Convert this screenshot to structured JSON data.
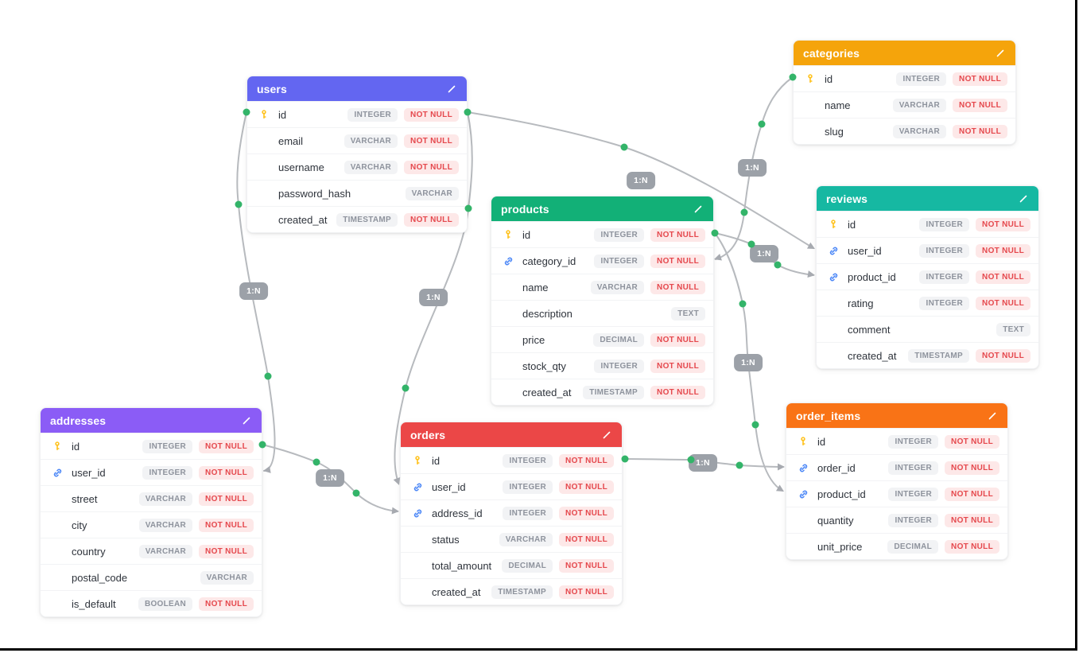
{
  "diagram": {
    "colors": {
      "canvas_bg": "#FFFFFF",
      "line": "#B7BABE",
      "connector_dot": "#33B469",
      "relationship_badge_bg": "#9CA1A8",
      "relationship_badge_text": "#FFFFFF",
      "type_badge_bg": "#F2F3F5",
      "type_badge_text": "#8E939D",
      "notnull_badge_bg": "#FDE8E8",
      "notnull_badge_text": "#E5484D",
      "field_text": "#2E333B"
    },
    "tables": [
      {
        "name": "users",
        "header_color": "#6366F1",
        "edit_icon": "pencil-icon",
        "rows": [
          {
            "name": "id",
            "type": "INTEGER",
            "constraint": "NOT NULL",
            "icon": "primary-key-icon"
          },
          {
            "name": "email",
            "type": "VARCHAR",
            "constraint": "NOT NULL",
            "icon": null
          },
          {
            "name": "username",
            "type": "VARCHAR",
            "constraint": "NOT NULL",
            "icon": null
          },
          {
            "name": "password_hash",
            "type": "VARCHAR",
            "constraint": null,
            "icon": null
          },
          {
            "name": "created_at",
            "type": "TIMESTAMP",
            "constraint": "NOT NULL",
            "icon": null
          }
        ]
      },
      {
        "name": "categories",
        "header_color": "#F5A40B",
        "edit_icon": "pencil-icon",
        "rows": [
          {
            "name": "id",
            "type": "INTEGER",
            "constraint": "NOT NULL",
            "icon": "primary-key-icon"
          },
          {
            "name": "name",
            "type": "VARCHAR",
            "constraint": "NOT NULL",
            "icon": null
          },
          {
            "name": "slug",
            "type": "VARCHAR",
            "constraint": "NOT NULL",
            "icon": null
          }
        ]
      },
      {
        "name": "reviews",
        "header_color": "#16B8A2",
        "edit_icon": "pencil-icon",
        "rows": [
          {
            "name": "id",
            "type": "INTEGER",
            "constraint": "NOT NULL",
            "icon": "primary-key-icon"
          },
          {
            "name": "user_id",
            "type": "INTEGER",
            "constraint": "NOT NULL",
            "icon": "foreign-key-icon"
          },
          {
            "name": "product_id",
            "type": "INTEGER",
            "constraint": "NOT NULL",
            "icon": "foreign-key-icon"
          },
          {
            "name": "rating",
            "type": "INTEGER",
            "constraint": "NOT NULL",
            "icon": null
          },
          {
            "name": "comment",
            "type": "TEXT",
            "constraint": null,
            "icon": null
          },
          {
            "name": "created_at",
            "type": "TIMESTAMP",
            "constraint": "NOT NULL",
            "icon": null
          }
        ]
      },
      {
        "name": "products",
        "header_color": "#12B077",
        "edit_icon": "pencil-icon",
        "rows": [
          {
            "name": "id",
            "type": "INTEGER",
            "constraint": "NOT NULL",
            "icon": "primary-key-icon"
          },
          {
            "name": "category_id",
            "type": "INTEGER",
            "constraint": "NOT NULL",
            "icon": "foreign-key-icon"
          },
          {
            "name": "name",
            "type": "VARCHAR",
            "constraint": "NOT NULL",
            "icon": null
          },
          {
            "name": "description",
            "type": "TEXT",
            "constraint": null,
            "icon": null
          },
          {
            "name": "price",
            "type": "DECIMAL",
            "constraint": "NOT NULL",
            "icon": null
          },
          {
            "name": "stock_qty",
            "type": "INTEGER",
            "constraint": "NOT NULL",
            "icon": null
          },
          {
            "name": "created_at",
            "type": "TIMESTAMP",
            "constraint": "NOT NULL",
            "icon": null
          }
        ]
      },
      {
        "name": "addresses",
        "header_color": "#8B5CF6",
        "edit_icon": "pencil-icon",
        "rows": [
          {
            "name": "id",
            "type": "INTEGER",
            "constraint": "NOT NULL",
            "icon": "primary-key-icon"
          },
          {
            "name": "user_id",
            "type": "INTEGER",
            "constraint": "NOT NULL",
            "icon": "foreign-key-icon"
          },
          {
            "name": "street",
            "type": "VARCHAR",
            "constraint": "NOT NULL",
            "icon": null
          },
          {
            "name": "city",
            "type": "VARCHAR",
            "constraint": "NOT NULL",
            "icon": null
          },
          {
            "name": "country",
            "type": "VARCHAR",
            "constraint": "NOT NULL",
            "icon": null
          },
          {
            "name": "postal_code",
            "type": "VARCHAR",
            "constraint": null,
            "icon": null
          },
          {
            "name": "is_default",
            "type": "BOOLEAN",
            "constraint": "NOT NULL",
            "icon": null
          }
        ]
      },
      {
        "name": "orders",
        "header_color": "#EB4747",
        "edit_icon": "pencil-icon",
        "rows": [
          {
            "name": "id",
            "type": "INTEGER",
            "constraint": "NOT NULL",
            "icon": "primary-key-icon"
          },
          {
            "name": "user_id",
            "type": "INTEGER",
            "constraint": "NOT NULL",
            "icon": "foreign-key-icon"
          },
          {
            "name": "address_id",
            "type": "INTEGER",
            "constraint": "NOT NULL",
            "icon": "foreign-key-icon"
          },
          {
            "name": "status",
            "type": "VARCHAR",
            "constraint": "NOT NULL",
            "icon": null
          },
          {
            "name": "total_amount",
            "type": "DECIMAL",
            "constraint": "NOT NULL",
            "icon": null
          },
          {
            "name": "created_at",
            "type": "TIMESTAMP",
            "constraint": "NOT NULL",
            "icon": null
          }
        ]
      },
      {
        "name": "order_items",
        "header_color": "#F97316",
        "edit_icon": "pencil-icon",
        "rows": [
          {
            "name": "id",
            "type": "INTEGER",
            "constraint": "NOT NULL",
            "icon": "primary-key-icon"
          },
          {
            "name": "order_id",
            "type": "INTEGER",
            "constraint": "NOT NULL",
            "icon": "foreign-key-icon"
          },
          {
            "name": "product_id",
            "type": "INTEGER",
            "constraint": "NOT NULL",
            "icon": "foreign-key-icon"
          },
          {
            "name": "quantity",
            "type": "INTEGER",
            "constraint": "NOT NULL",
            "icon": null
          },
          {
            "name": "unit_price",
            "type": "DECIMAL",
            "constraint": "NOT NULL",
            "icon": null
          }
        ]
      }
    ],
    "connections": [
      {
        "label": "1:N",
        "from": "users.id",
        "to": "addresses.user_id"
      },
      {
        "label": "1:N",
        "from": "users.id",
        "to": "orders.user_id"
      },
      {
        "label": "1:N",
        "from": "users.id",
        "to": "reviews.user_id"
      },
      {
        "label": "1:N",
        "from": "categories.id",
        "to": "products.category_id"
      },
      {
        "label": "1:N",
        "from": "products.id",
        "to": "reviews.product_id"
      },
      {
        "label": "1:N",
        "from": "products.id",
        "to": "order_items.product_id"
      },
      {
        "label": "1:N",
        "from": "addresses.id",
        "to": "orders.address_id"
      },
      {
        "label": "1:N",
        "from": "orders.id",
        "to": "order_items.order_id"
      }
    ]
  }
}
